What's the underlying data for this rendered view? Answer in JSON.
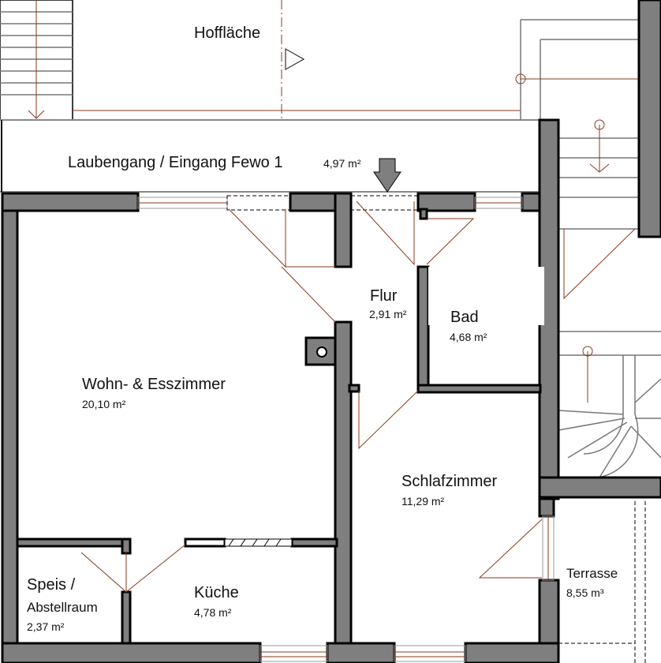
{
  "rooms": {
    "hof": {
      "name": "Hoffläche"
    },
    "laubengang": {
      "name": "Laubengang / Eingang Fewo 1",
      "area": "4,97 m²"
    },
    "flur": {
      "name": "Flur",
      "area": "2,91 m²"
    },
    "bad": {
      "name": "Bad",
      "area": "4,68 m²"
    },
    "wohn": {
      "name": "Wohn- & Esszimmer",
      "area": "20,10 m²"
    },
    "schlaf": {
      "name": "Schlafzimmer",
      "area": "11,29 m²"
    },
    "speis": {
      "name_line1": "Speis /",
      "name_line2": "Abstellraum",
      "area": "2,37 m²"
    },
    "kueche": {
      "name": "Küche",
      "area": "4,78 m²"
    },
    "terrasse": {
      "name": "Terrasse",
      "area": "8,55 m³"
    }
  },
  "colors": {
    "wall": "#7f7f7f",
    "door_swing": "#8b3a1e"
  }
}
